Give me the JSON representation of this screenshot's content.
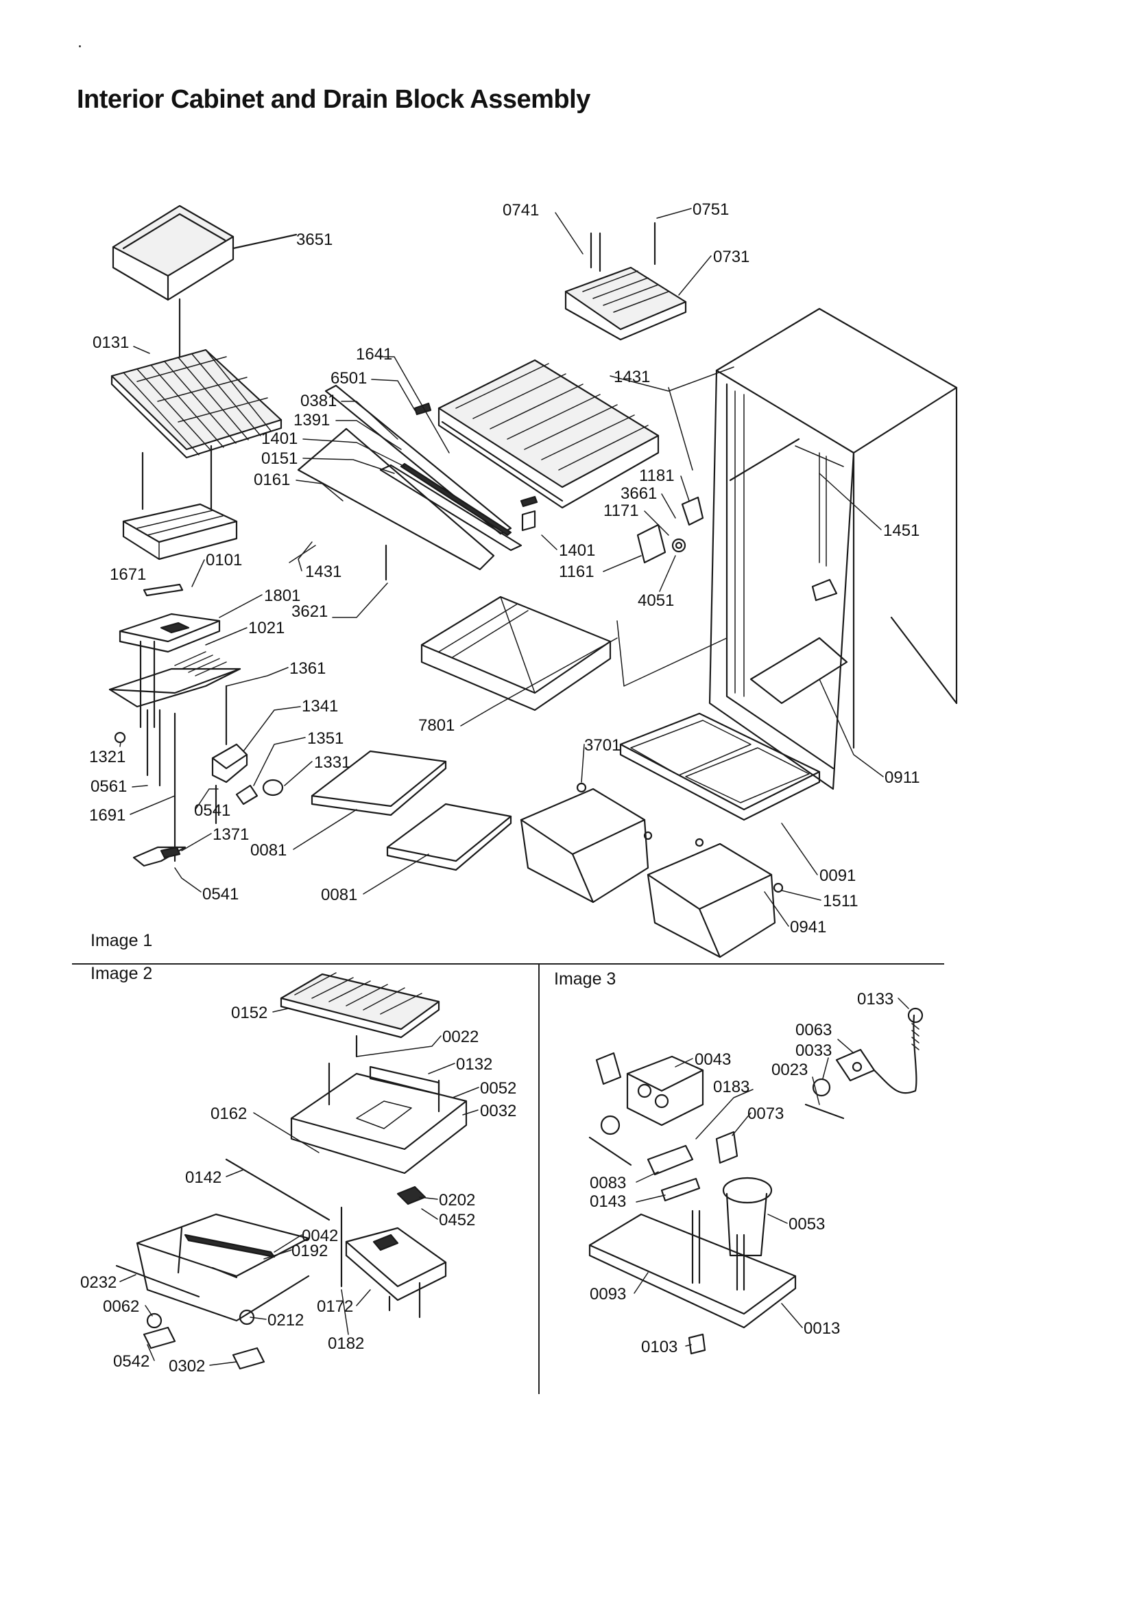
{
  "title": "Interior Cabinet and Drain Block Assembly",
  "captions": {
    "image1": "Image 1",
    "image2": "Image 2",
    "image3": "Image 3"
  },
  "labels": {
    "p3651": "3651",
    "p0741": "0741",
    "p0751": "0751",
    "p0731": "0731",
    "p0131": "0131",
    "p1641": "1641",
    "p6501": "6501",
    "p0381": "0381",
    "p1391": "1391",
    "p1401a": "1401",
    "p0151": "0151",
    "p0161": "0161",
    "p1431a": "1431",
    "p1431b": "1431",
    "p1181": "1181",
    "p3661": "3661",
    "p1171": "1171",
    "p1451": "1451",
    "p1401b": "1401",
    "p1161": "1161",
    "p4051": "4051",
    "p1671": "1671",
    "p0101": "0101",
    "p1801": "1801",
    "p3621": "3621",
    "p1021": "1021",
    "p1361": "1361",
    "p1341": "1341",
    "p1351": "1351",
    "p1331": "1331",
    "p1321": "1321",
    "p0561": "0561",
    "p1691": "1691",
    "p0541a": "0541",
    "p1371": "1371",
    "p0081a": "0081",
    "p0081b": "0081",
    "p0541b": "0541",
    "p7801": "7801",
    "p3701": "3701",
    "p0911": "0911",
    "p0091": "0091",
    "p1511": "1511",
    "p0941": "0941",
    "p0152": "0152",
    "p0022": "0022",
    "p0132": "0132",
    "p0052": "0052",
    "p0032": "0032",
    "p0162": "0162",
    "p0142": "0142",
    "p0202": "0202",
    "p0452": "0452",
    "p0042": "0042",
    "p0192": "0192",
    "p0232": "0232",
    "p0062": "0062",
    "p0212": "0212",
    "p0172": "0172",
    "p0542": "0542",
    "p0302": "0302",
    "p0182": "0182",
    "p0133": "0133",
    "p0063": "0063",
    "p0043": "0043",
    "p0033": "0033",
    "p0023": "0023",
    "p0183": "0183",
    "p0073": "0073",
    "p0083": "0083",
    "p0143": "0143",
    "p0053": "0053",
    "p0093": "0093",
    "p0013": "0013",
    "p0103": "0103"
  }
}
